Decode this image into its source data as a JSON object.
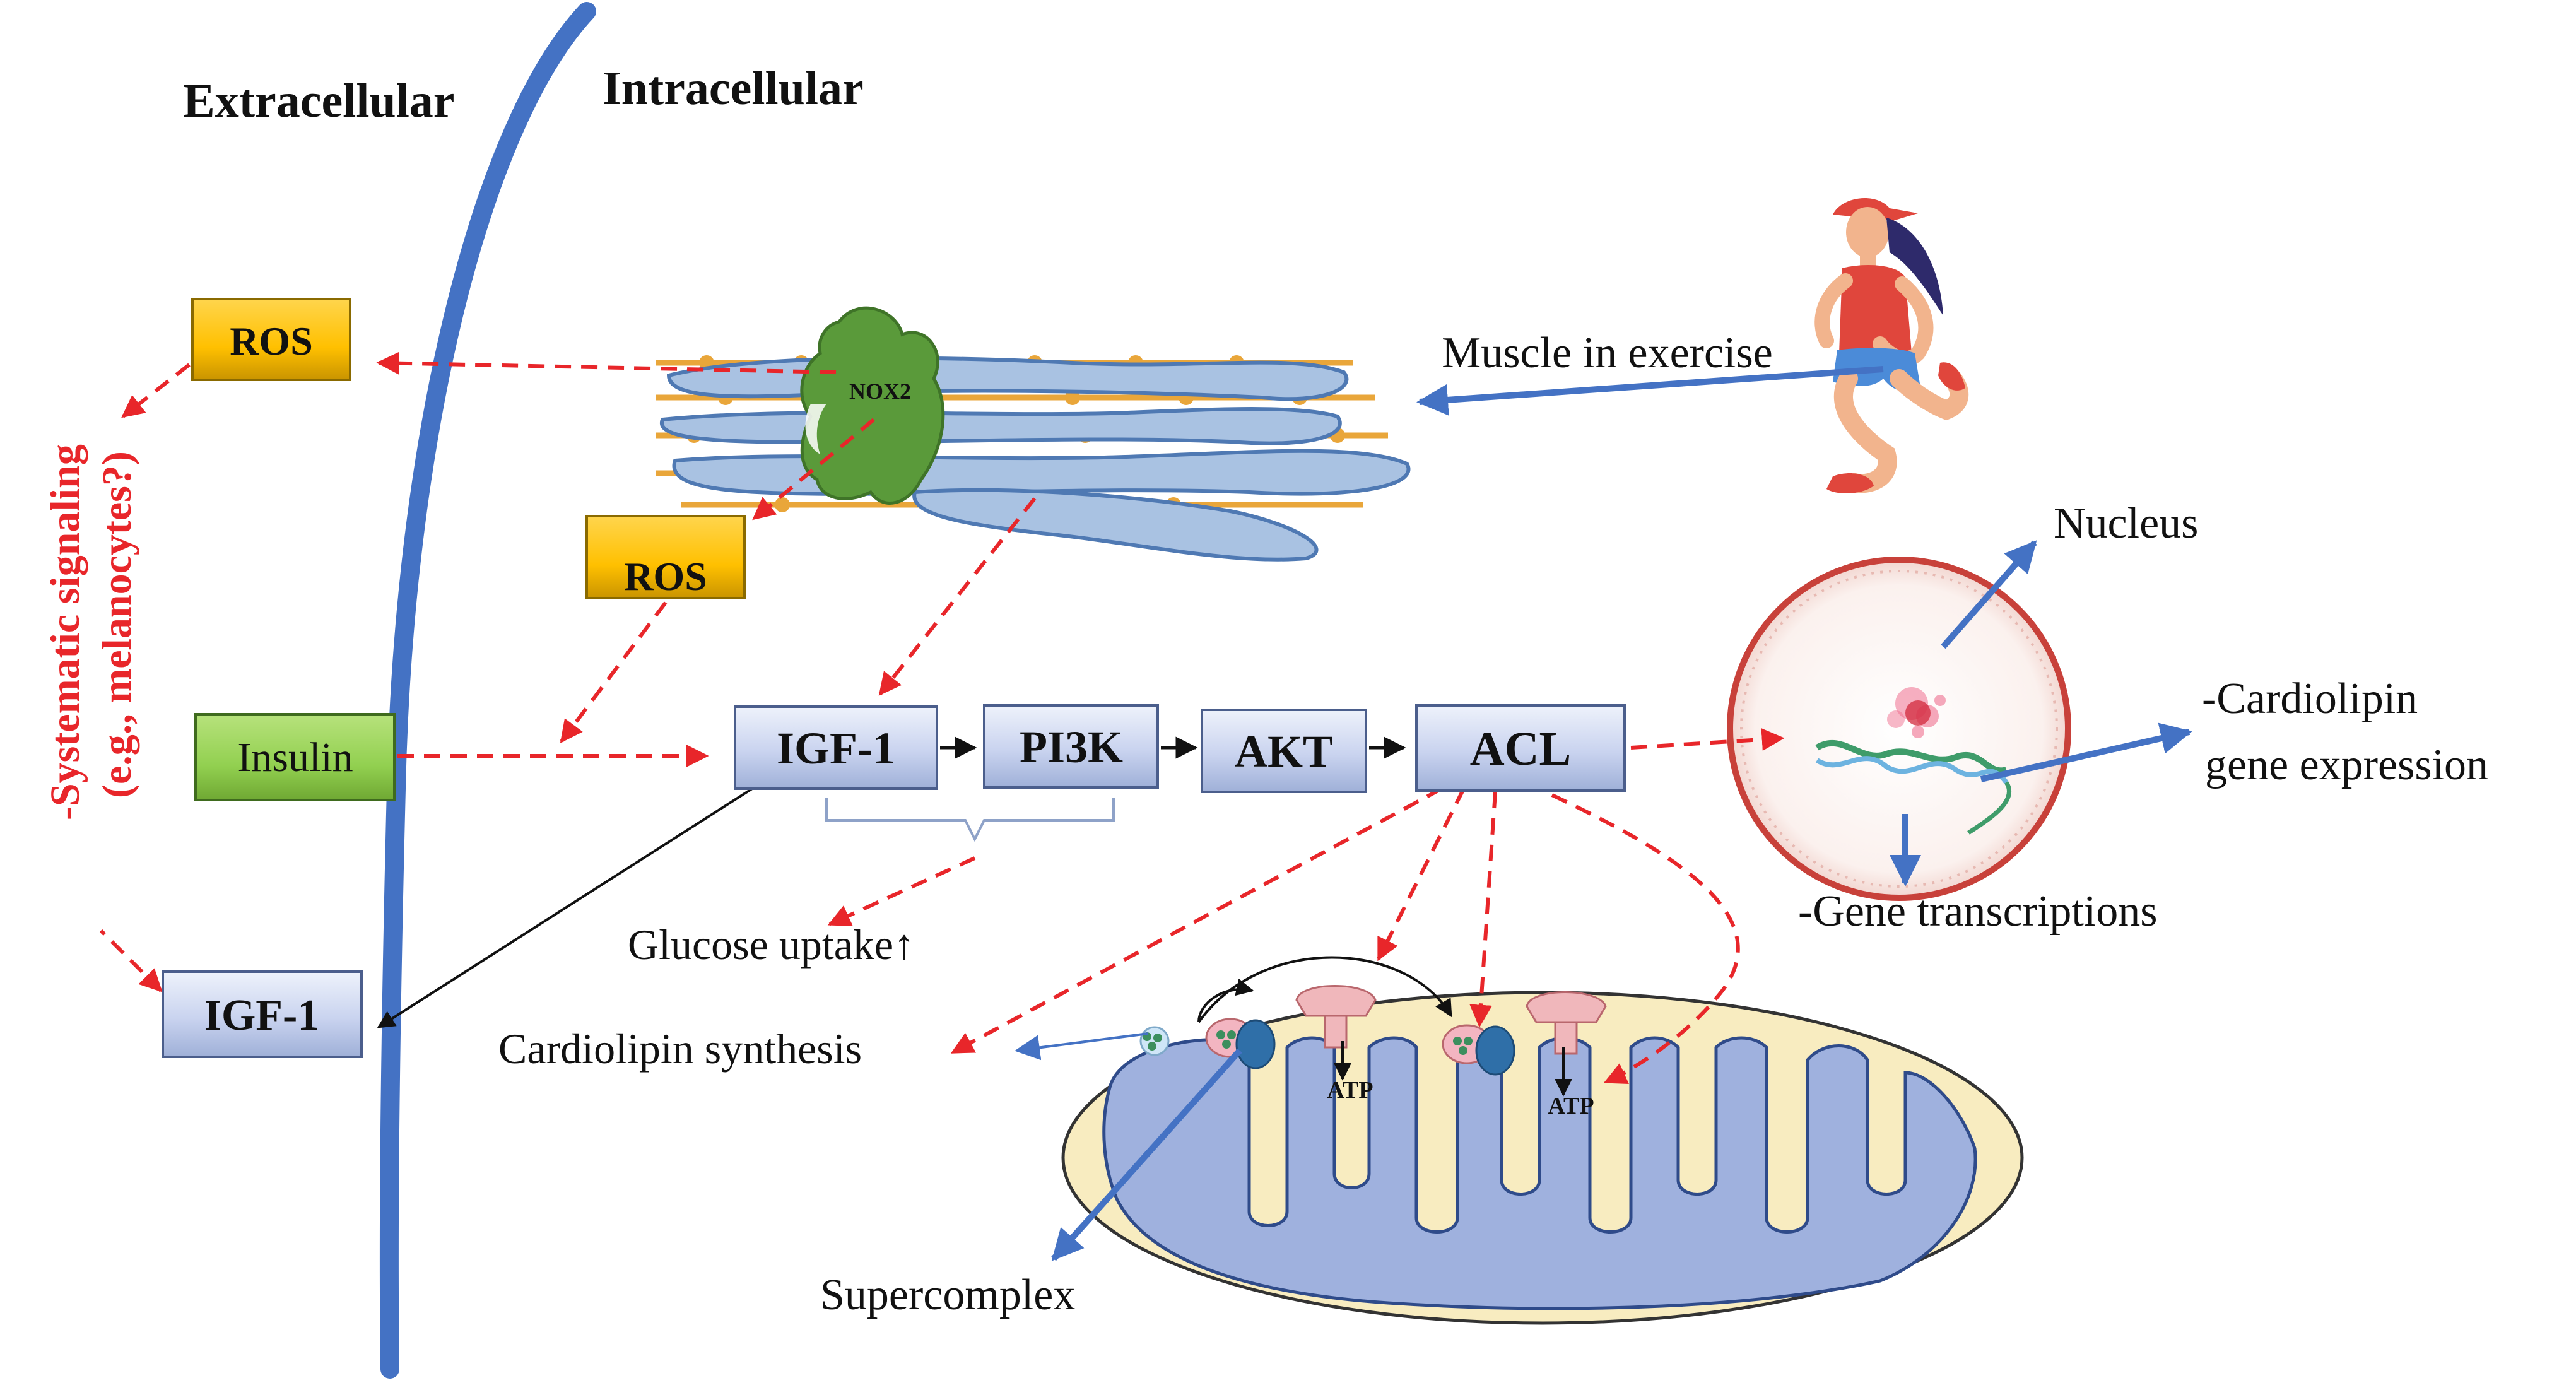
{
  "regions": {
    "extracellular": "Extracellular",
    "intracellular": "Intracellular"
  },
  "side_label": {
    "line1": "-Systematic signaling",
    "line2": "(e.g., melanocytes?)"
  },
  "boxes": {
    "ros_top": "ROS",
    "ros_mid": "ROS",
    "insulin": "Insulin",
    "igf1_left": "IGF-1",
    "igf1": "IGF-1",
    "pi3k": "PI3K",
    "akt": "AKT",
    "acl": "ACL"
  },
  "nox2": "NOX2",
  "labels": {
    "muscle_in_exercise": "Muscle in exercise",
    "nucleus": "Nucleus",
    "cardiolipin_gene_line1": "-Cardiolipin",
    "cardiolipin_gene_line2": "gene expression",
    "gene_transcriptions": "-Gene transcriptions",
    "glucose_uptake": "Glucose uptake↑",
    "cardiolipin_synthesis": "Cardiolipin synthesis",
    "supercomplex": "Supercomplex",
    "atp_left": "ATP",
    "atp_right": "ATP"
  },
  "colors": {
    "membrane": "#4472c4",
    "signal_arrow": "#e8262a",
    "blue_arrow": "#4472c4",
    "ros_fill": "#ffc000",
    "insulin_fill": "#92d050",
    "pathway_box": "#c9d3ef",
    "nox2": "#5a9a3a",
    "mitochondrion_outer": "#f8ecc0",
    "mitochondrion_inner": "#9fb1de"
  }
}
